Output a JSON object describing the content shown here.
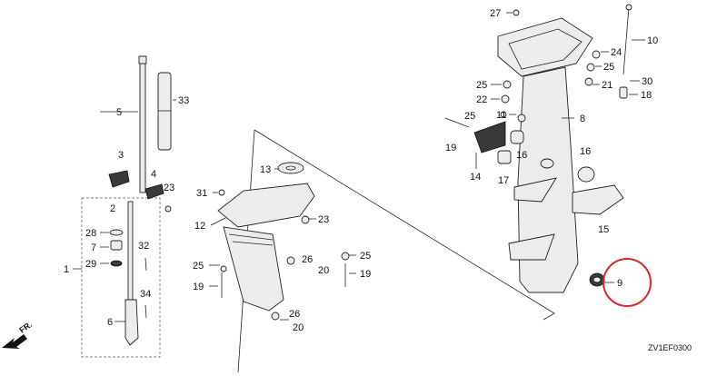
{
  "diagram": {
    "code": "ZV1EF0300",
    "direction_label": "FR.",
    "highlight_color": "#d9262c",
    "callouts": [
      {
        "id": "c27",
        "text": "27"
      },
      {
        "id": "c10",
        "text": "10"
      },
      {
        "id": "c24",
        "text": "24"
      },
      {
        "id": "c25a",
        "text": "25"
      },
      {
        "id": "c30",
        "text": "30"
      },
      {
        "id": "c21",
        "text": "21"
      },
      {
        "id": "c18",
        "text": "18"
      },
      {
        "id": "c25b",
        "text": "25"
      },
      {
        "id": "c22",
        "text": "22"
      },
      {
        "id": "c11",
        "text": "11"
      },
      {
        "id": "c25c",
        "text": "25"
      },
      {
        "id": "c8",
        "text": "8"
      },
      {
        "id": "c19a",
        "text": "19"
      },
      {
        "id": "c16a",
        "text": "16"
      },
      {
        "id": "c16b",
        "text": "16"
      },
      {
        "id": "c14",
        "text": "14"
      },
      {
        "id": "c17",
        "text": "17"
      },
      {
        "id": "c15",
        "text": "15"
      },
      {
        "id": "c9",
        "text": "9"
      },
      {
        "id": "c5",
        "text": "5"
      },
      {
        "id": "c33",
        "text": "33"
      },
      {
        "id": "c3",
        "text": "3"
      },
      {
        "id": "c4",
        "text": "4"
      },
      {
        "id": "c23a",
        "text": "23"
      },
      {
        "id": "c2",
        "text": "2"
      },
      {
        "id": "c28",
        "text": "28"
      },
      {
        "id": "c7",
        "text": "7"
      },
      {
        "id": "c29",
        "text": "29"
      },
      {
        "id": "c32",
        "text": "32"
      },
      {
        "id": "c1",
        "text": "1"
      },
      {
        "id": "c34",
        "text": "34"
      },
      {
        "id": "c6",
        "text": "6"
      },
      {
        "id": "c13",
        "text": "13"
      },
      {
        "id": "c31",
        "text": "31"
      },
      {
        "id": "c12",
        "text": "12"
      },
      {
        "id": "c23b",
        "text": "23"
      },
      {
        "id": "c25d",
        "text": "25"
      },
      {
        "id": "c26a",
        "text": "26"
      },
      {
        "id": "c20a",
        "text": "20"
      },
      {
        "id": "c25e",
        "text": "25"
      },
      {
        "id": "c19b",
        "text": "19"
      },
      {
        "id": "c19c",
        "text": "19"
      },
      {
        "id": "c26b",
        "text": "26"
      },
      {
        "id": "c20b",
        "text": "20"
      }
    ]
  }
}
